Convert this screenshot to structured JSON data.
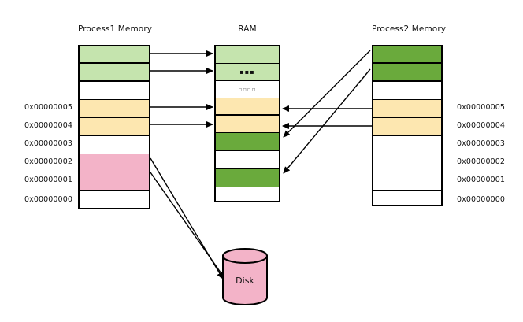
{
  "diagram": {
    "title_process1": "Process1 Memory",
    "title_ram": "RAM",
    "title_process2": "Process2 Memory",
    "disk_label": "Disk"
  },
  "colors": {
    "light_green": "#c5e4ae",
    "dark_green": "#6aaa3c",
    "yellow": "#fde7b0",
    "pink": "#f3b3c8",
    "disk_pink": "#f3b3c8",
    "outline": "#000000",
    "background": "#ffffff"
  },
  "process1": {
    "title": "Process1 Memory",
    "cells": [
      {
        "index": 7,
        "fill": "light-green",
        "address": "",
        "mark": ""
      },
      {
        "index": 6,
        "fill": "light-green",
        "address": "",
        "mark": ""
      },
      {
        "index": 5,
        "fill": "white",
        "address": "",
        "mark": ""
      },
      {
        "index": 4,
        "fill": "yellow",
        "address": "0x00000005",
        "mark": ""
      },
      {
        "index": 3,
        "fill": "yellow",
        "address": "0x00000004",
        "mark": ""
      },
      {
        "index": 2,
        "fill": "white",
        "address": "0x00000003",
        "mark": ""
      },
      {
        "index": 1,
        "fill": "pink",
        "address": "0x00000002",
        "mark": ""
      },
      {
        "index": 0,
        "fill": "pink",
        "address": "0x00000001",
        "mark": ""
      },
      {
        "index": -1,
        "fill": "white",
        "address": "0x00000000",
        "mark": ""
      }
    ]
  },
  "ram": {
    "title": "RAM",
    "cells": [
      {
        "index": 7,
        "fill": "light-green",
        "mark": ""
      },
      {
        "index": 6,
        "fill": "light-green",
        "mark": "▪▪▪"
      },
      {
        "index": 5,
        "fill": "white",
        "mark": "▫▫▫▫"
      },
      {
        "index": 4,
        "fill": "yellow",
        "mark": ""
      },
      {
        "index": 3,
        "fill": "yellow",
        "mark": ""
      },
      {
        "index": 2,
        "fill": "dark-green",
        "mark": ""
      },
      {
        "index": 1,
        "fill": "white",
        "mark": ""
      },
      {
        "index": 0,
        "fill": "dark-green",
        "mark": ""
      },
      {
        "index": -1,
        "fill": "white",
        "mark": ""
      }
    ]
  },
  "process2": {
    "title": "Process2 Memory",
    "cells": [
      {
        "index": 8,
        "fill": "dark-green",
        "address": "",
        "mark": ""
      },
      {
        "index": 7,
        "fill": "dark-green",
        "address": "",
        "mark": ""
      },
      {
        "index": 6,
        "fill": "white",
        "address": "",
        "mark": ""
      },
      {
        "index": 5,
        "fill": "yellow",
        "address": "0x00000005",
        "mark": ""
      },
      {
        "index": 4,
        "fill": "yellow",
        "address": "0x00000004",
        "mark": ""
      },
      {
        "index": 3,
        "fill": "white",
        "address": "0x00000003",
        "mark": ""
      },
      {
        "index": 2,
        "fill": "white",
        "address": "0x00000002",
        "mark": ""
      },
      {
        "index": 1,
        "fill": "white",
        "address": "0x00000001",
        "mark": ""
      },
      {
        "index": 0,
        "fill": "white",
        "address": "0x00000000",
        "mark": ""
      }
    ]
  },
  "disk": {
    "label": "Disk"
  },
  "arrows": {
    "p1_to_ram_count": 4,
    "p2_to_ram_horizontal_count": 2,
    "p2_to_ram_diagonal_count": 2,
    "p1_to_disk_count": 2
  }
}
